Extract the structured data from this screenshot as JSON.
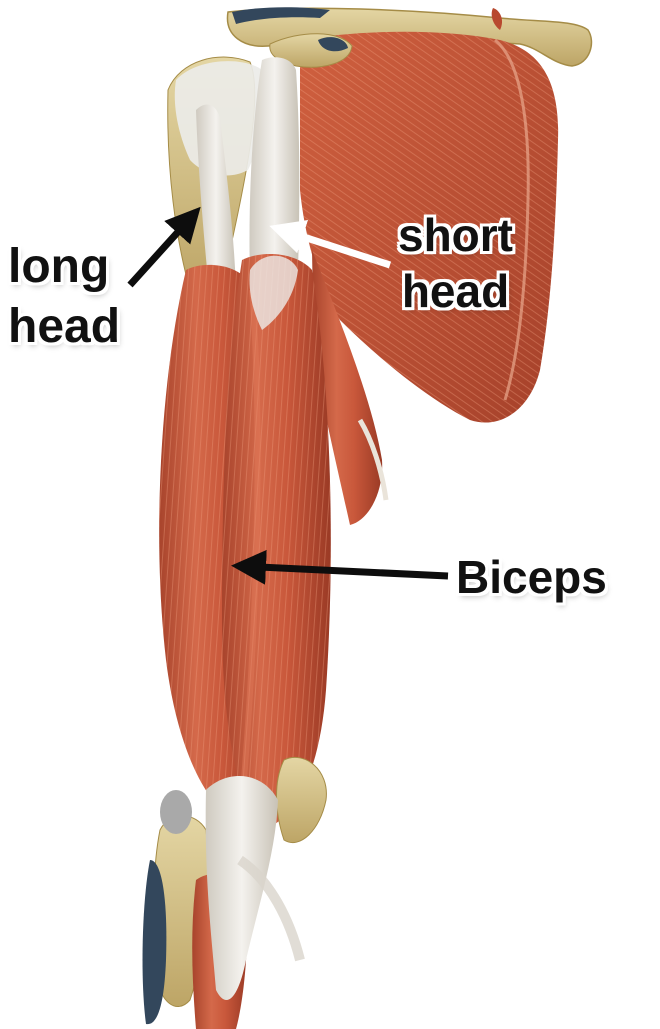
{
  "labels": {
    "long_head": [
      "long",
      "head"
    ],
    "short_head": [
      "short",
      "head"
    ],
    "biceps": "Biceps"
  },
  "colors": {
    "muscle": "#c8593c",
    "muscle_dark": "#9e3b26",
    "muscle_light": "#df7d5c",
    "tendon": "#e7e5e0",
    "bone": "#d8c78f",
    "bone_dark": "#b39a52",
    "cartilage_blue": "#33475c",
    "arrow_black": "#0d0d0d",
    "arrow_white": "#ffffff",
    "label_text": "#111111"
  }
}
